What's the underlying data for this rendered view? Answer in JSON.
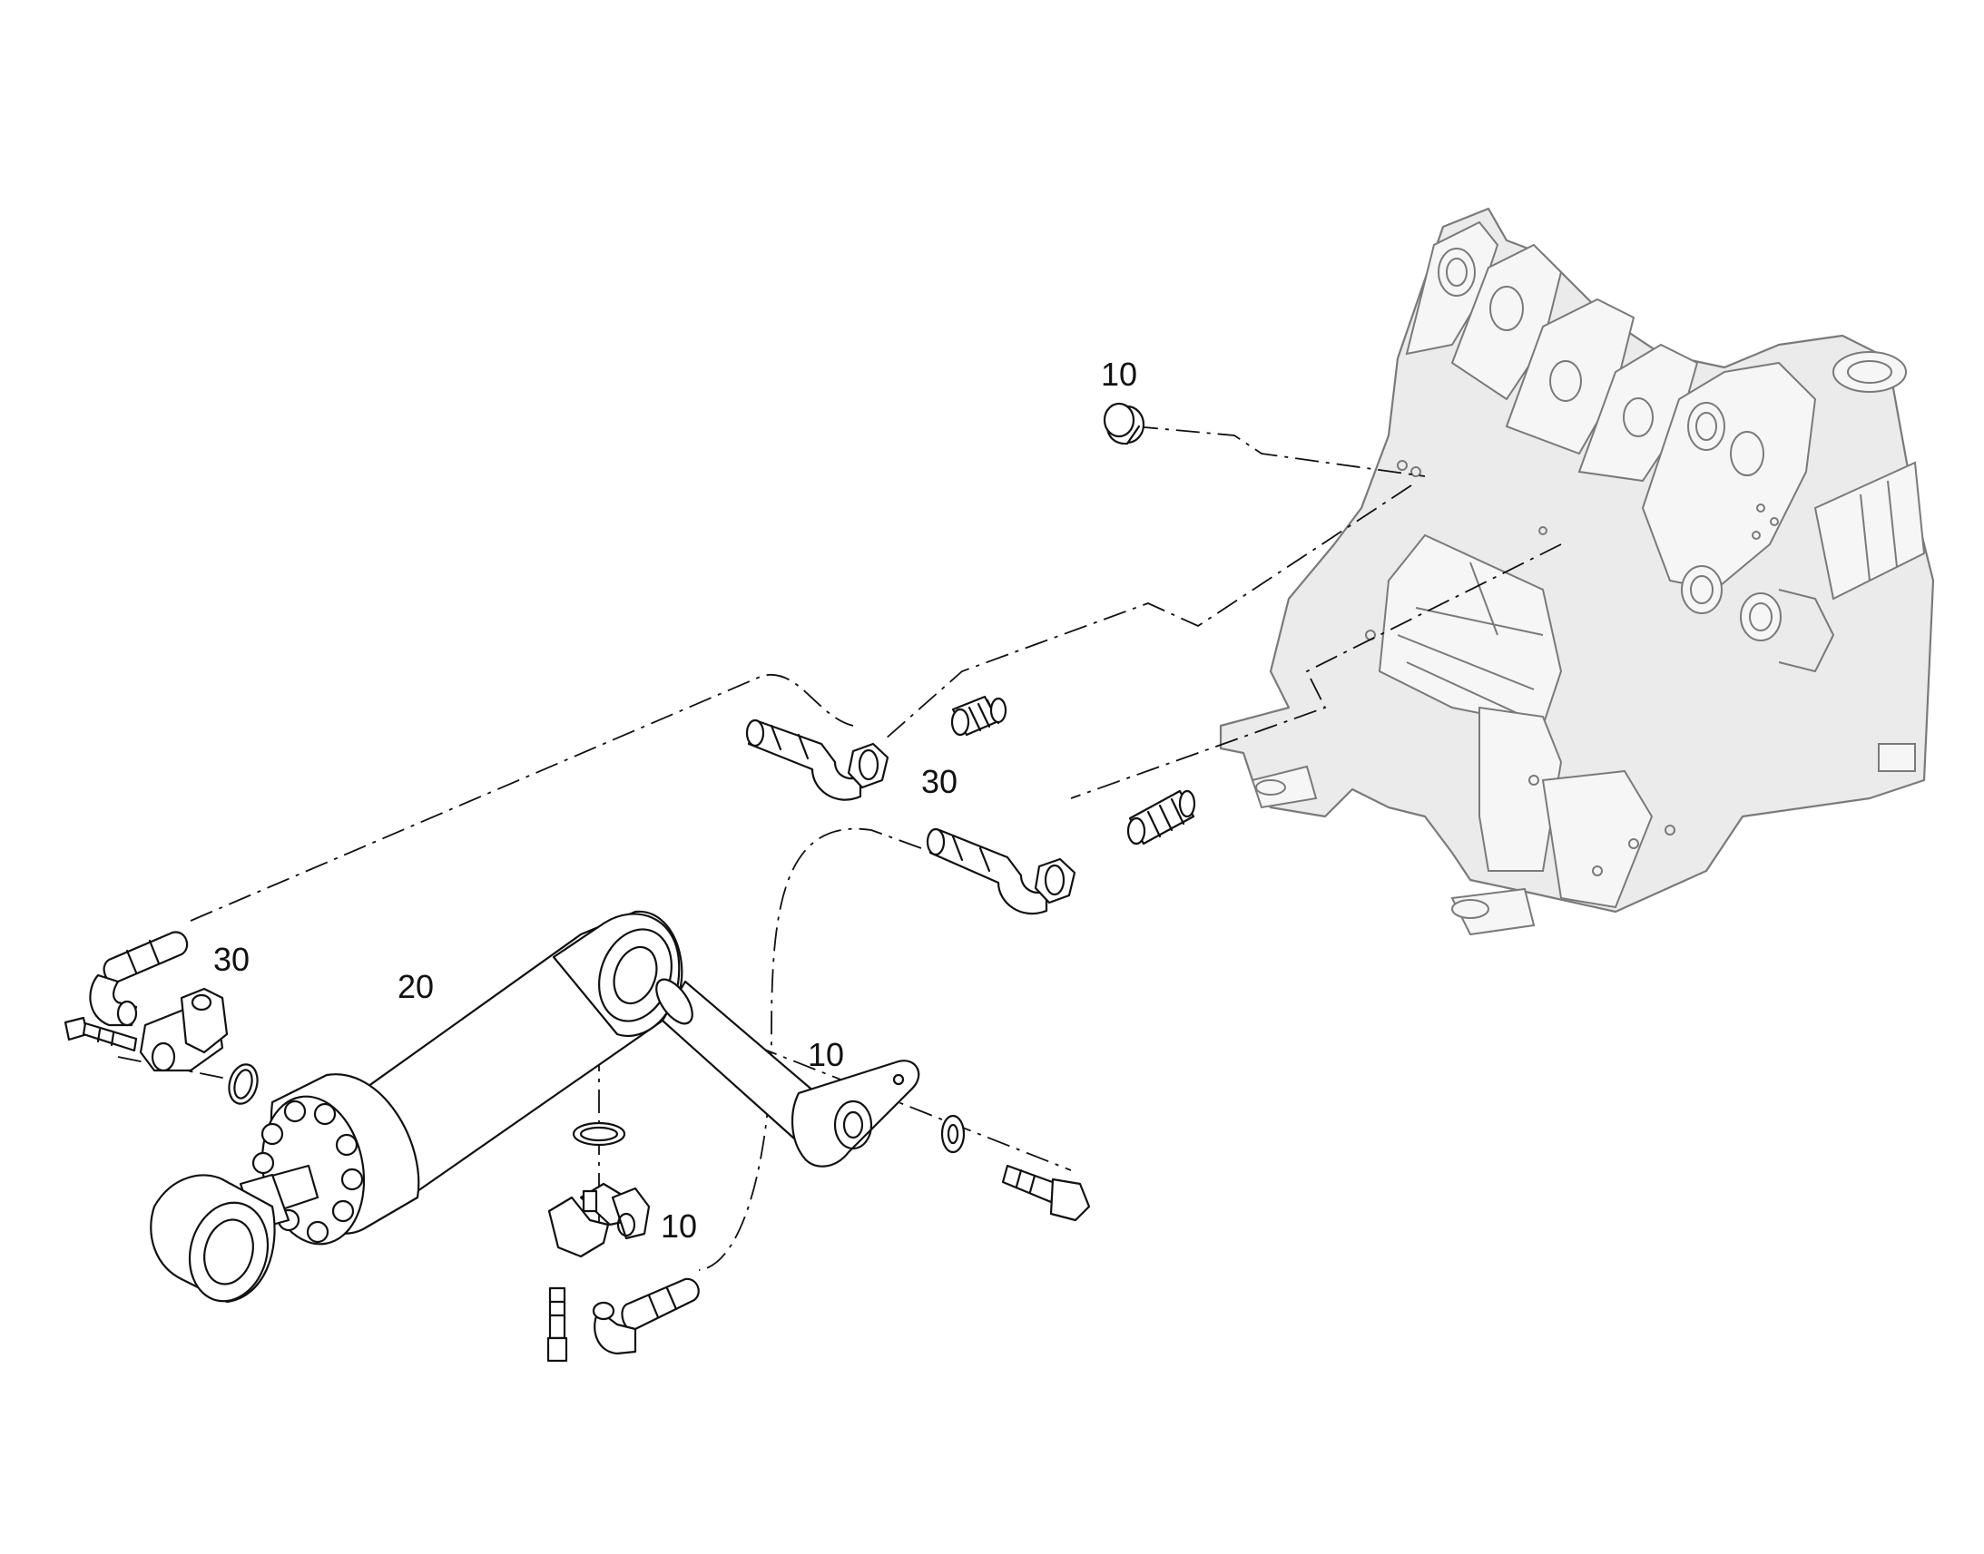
{
  "diagram": {
    "callouts": [
      {
        "id": "pin-plug",
        "label": "10"
      },
      {
        "id": "hose-upper",
        "label": "30"
      },
      {
        "id": "hose-left",
        "label": "30"
      },
      {
        "id": "cylinder",
        "label": "20"
      },
      {
        "id": "pivot-pin",
        "label": "10"
      },
      {
        "id": "flange-clamp",
        "label": "10"
      }
    ]
  }
}
